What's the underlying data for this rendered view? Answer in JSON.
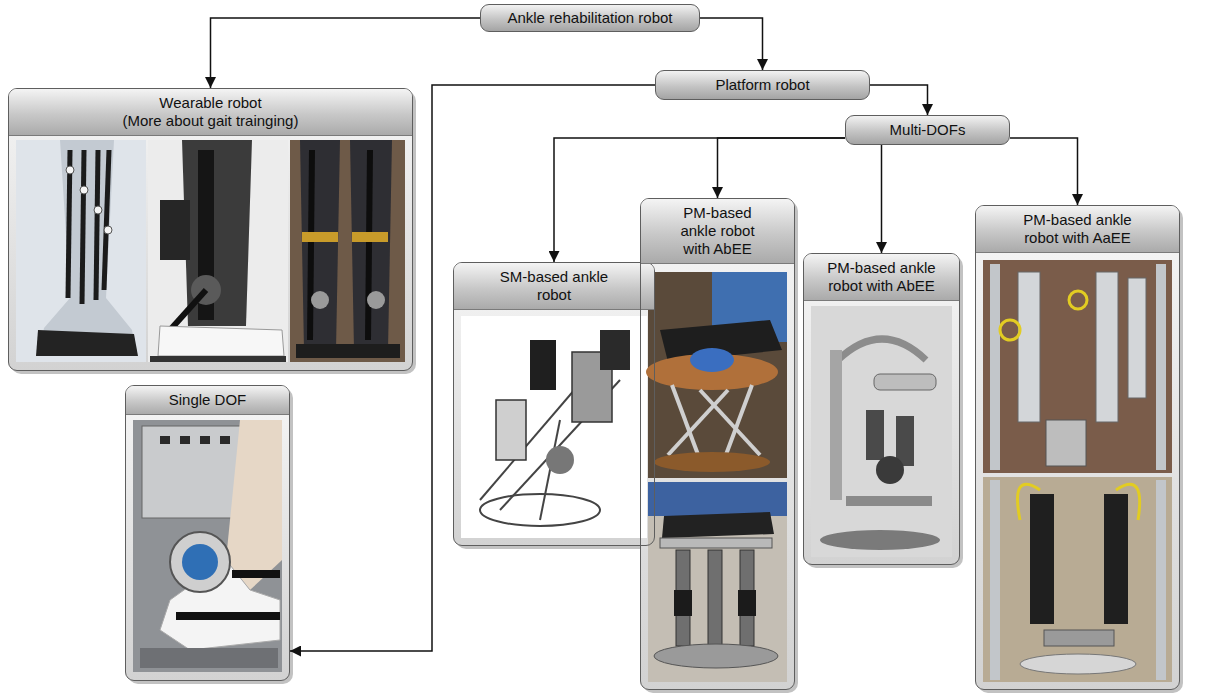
{
  "diagram": {
    "nodes": [
      {
        "text": [
          "Ankle rehabilitation robot"
        ]
      },
      {
        "text": [
          "Wearable robot",
          "(More about gait trainging)"
        ]
      },
      {
        "text": [
          "Platform robot"
        ]
      },
      {
        "text": [
          "Single DOF"
        ]
      },
      {
        "text": [
          "Multi-DOFs"
        ]
      },
      {
        "text": [
          "SM-based ankle robot"
        ]
      },
      {
        "text": [
          "PM-based ankle robot with AbEE"
        ]
      },
      {
        "text": [
          "PM-based ankle robot with AbEE"
        ]
      },
      {
        "text": [
          "PM-based ankle robot with AaEE"
        ]
      }
    ],
    "edges": [
      {
        "from": 0,
        "to": 1,
        "arrow": "to"
      },
      {
        "from": 0,
        "to": 2,
        "arrow": "to"
      },
      {
        "from": 2,
        "to": 3,
        "arrow": "to"
      },
      {
        "from": 2,
        "to": 4,
        "arrow": "to"
      },
      {
        "from": 4,
        "to": 5,
        "arrow": "to"
      },
      {
        "from": 4,
        "to": 6,
        "arrow": "to"
      },
      {
        "from": 4,
        "to": 7,
        "arrow": "to"
      },
      {
        "from": 4,
        "to": 8,
        "arrow": "to"
      }
    ]
  }
}
